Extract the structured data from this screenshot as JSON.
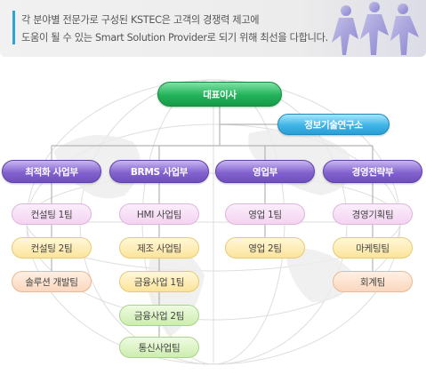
{
  "banner": {
    "line1": "각 분야별 전문가로 구성된 KSTEC은 고객의 경쟁력 제고에",
    "line2": "도움이 될 수 있는 Smart Solution Provider로 되기 위해 최선을 다합니다."
  },
  "org": {
    "ceo": "대표이사",
    "lab": "정보기술연구소",
    "divisions": [
      {
        "name": "최적화 사업부",
        "teams": [
          "컨설팅 1팀",
          "컨설팅 2팀",
          "솔루션 개발팀"
        ]
      },
      {
        "name": "BRMS 사업부",
        "teams": [
          "HMI 사업팀",
          "제조 사업팀",
          "금융사업 1팀",
          "금융사업 2팀",
          "통신사업팀"
        ]
      },
      {
        "name": "영업부",
        "teams": [
          "영업 1팀",
          "영업 2팀"
        ]
      },
      {
        "name": "경영전략부",
        "teams": [
          "경영기획팀",
          "마케팅팀",
          "회계팀"
        ]
      }
    ]
  },
  "colors": {
    "ceo": "#22b25a",
    "lab": "#3fb4e6",
    "division": "#8463cf",
    "connector": "#b5b5b5"
  }
}
